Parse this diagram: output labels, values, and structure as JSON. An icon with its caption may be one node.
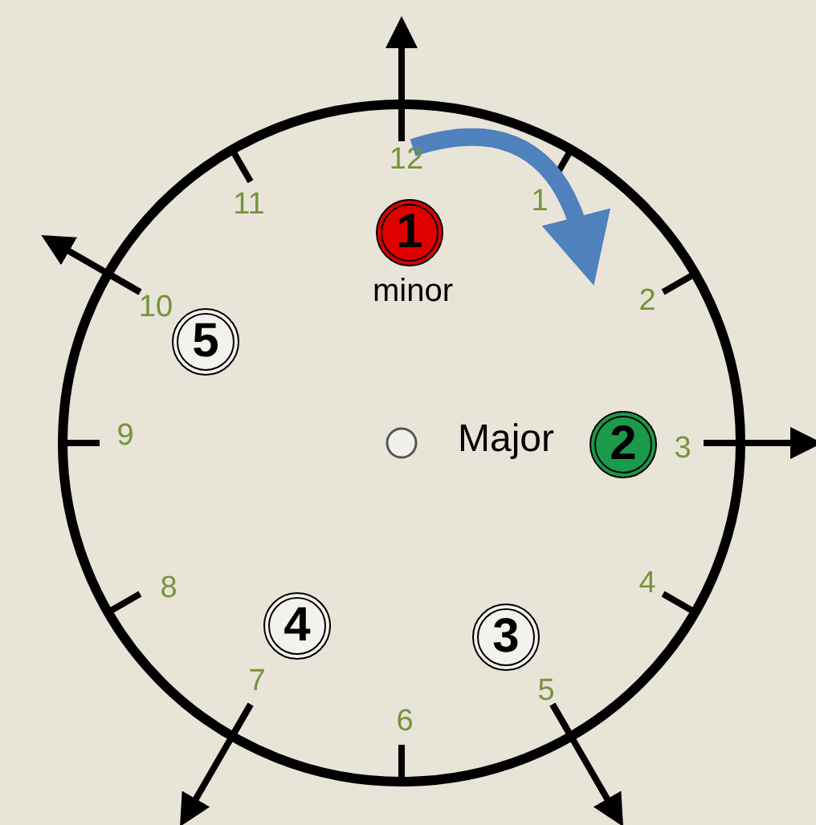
{
  "diagram": {
    "nodes": [
      {
        "text": [
          "1"
        ],
        "beside": [
          "minor"
        ]
      },
      {
        "text": [
          "2"
        ],
        "beside": [
          "Major"
        ]
      },
      {
        "text": [
          "3"
        ]
      },
      {
        "text": [
          "4"
        ]
      },
      {
        "text": [
          "5"
        ]
      }
    ],
    "labels": [
      "12",
      "1",
      "2",
      "3",
      "4",
      "5",
      "6",
      "7",
      "8",
      "9",
      "10",
      "11"
    ]
  }
}
